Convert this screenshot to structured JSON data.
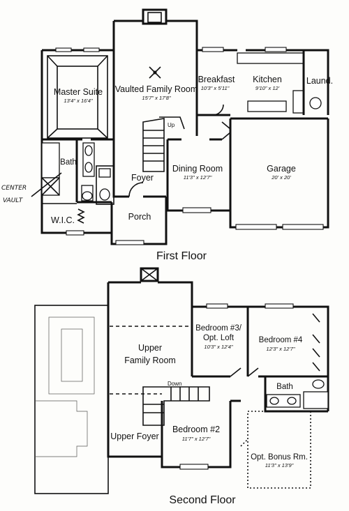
{
  "first_floor": {
    "title": "First Floor",
    "rooms": {
      "master_suite": {
        "name": "Master Suite",
        "dims": "13'4\" x 16'4\""
      },
      "vaulted_family": {
        "name": "Vaulted Family Room",
        "dims": "15'7\" x 17'8\""
      },
      "breakfast": {
        "name": "Breakfast",
        "dims": "10'3\" x 5'11\""
      },
      "kitchen": {
        "name": "Kitchen",
        "dims": "9'10\" x 12'"
      },
      "laundry": {
        "name": "Laund."
      },
      "bath": {
        "name": "Bath"
      },
      "dining": {
        "name": "Dining Room",
        "dims": "11'3\" x 12'7\""
      },
      "garage": {
        "name": "Garage",
        "dims": "20' x 20'"
      },
      "foyer": {
        "name": "Foyer"
      },
      "porch": {
        "name": "Porch"
      },
      "wic": {
        "name": "W.I.C."
      }
    },
    "stair_label": "Up",
    "handwritten_note": [
      "CENTER",
      "VAULT"
    ]
  },
  "second_floor": {
    "title": "Second Floor",
    "rooms": {
      "bedroom3": {
        "name": "Bedroom #3/",
        "name2": "Opt. Loft",
        "dims": "10'3\" x 12'4\""
      },
      "bedroom4": {
        "name": "Bedroom #4",
        "dims": "12'3\" x 12'7\""
      },
      "upper_family": {
        "name": "Upper",
        "name2": "Family Room"
      },
      "bath": {
        "name": "Bath"
      },
      "upper_foyer": {
        "name": "Upper Foyer"
      },
      "bedroom2": {
        "name": "Bedroom #2",
        "dims": "11'7\" x 12'7\""
      },
      "bonus": {
        "name": "Opt. Bonus Rm.",
        "dims": "11'3\" x 13'9\""
      }
    },
    "stair_label": "Down"
  }
}
